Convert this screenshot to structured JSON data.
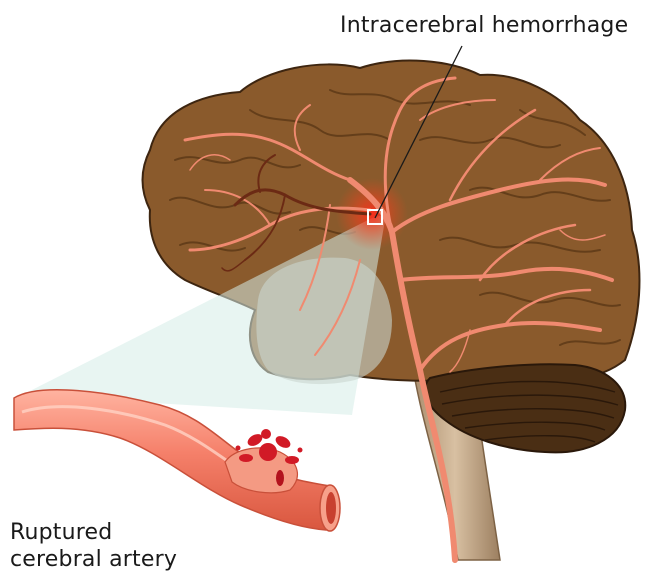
{
  "labels": {
    "hemorrhage": "Intracerebral hemorrhage",
    "ruptured_line1": "Ruptured",
    "ruptured_line2": "cerebral artery"
  },
  "colors": {
    "brain": "#8a5a2c",
    "brain_dark": "#5e3a17",
    "artery": "#f08a70",
    "artery_dark": "#c94a34",
    "blood": "#d11a26",
    "magnifier": "#d6ece8",
    "brainstem": "#c9ad8f",
    "cerebellum": "#4a2e14"
  },
  "icons": [
    "brain-illustration",
    "magnified-artery",
    "blood-splatter-icon",
    "zoom-box-icon"
  ]
}
